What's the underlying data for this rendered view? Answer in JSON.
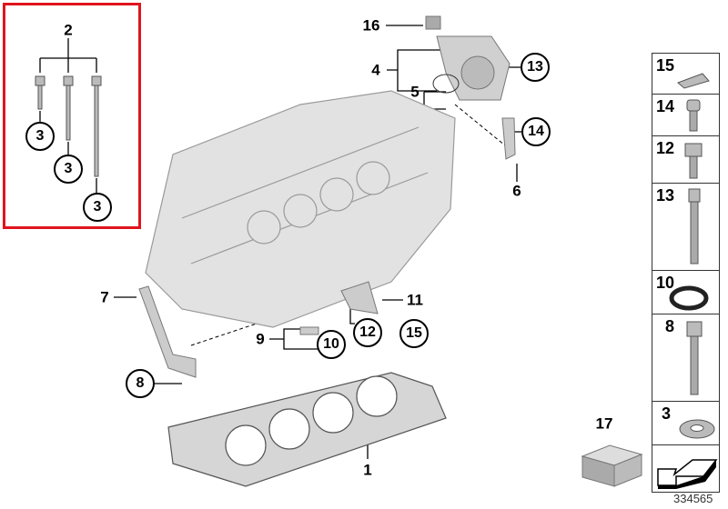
{
  "callouts": {
    "c1": "1",
    "c2": "2",
    "c3a": "3",
    "c3b": "3",
    "c3c": "3",
    "c4": "4",
    "c5": "5",
    "c6": "6",
    "c7": "7",
    "c8": "8",
    "c9": "9",
    "c10": "10",
    "c11": "11",
    "c12": "12",
    "c13": "13",
    "c14": "14",
    "c15": "15",
    "c16": "16",
    "c17": "17"
  },
  "parts_column": [
    "15",
    "14",
    "12",
    "13",
    "10",
    "8",
    "3"
  ],
  "reference_number": "334565",
  "highlight_color": "#e0141e"
}
